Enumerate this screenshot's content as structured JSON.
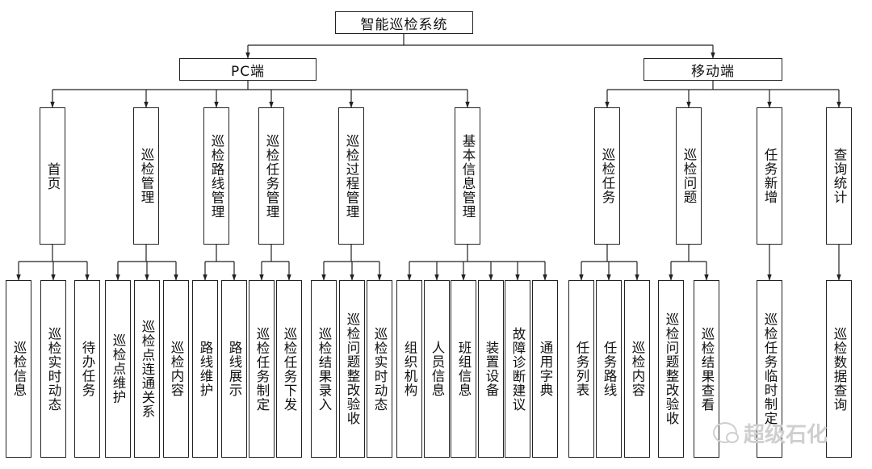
{
  "root": {
    "label": "智能巡检系统"
  },
  "pc": {
    "label": "PC端",
    "modules": [
      {
        "label": "首页",
        "children": [
          "巡检信息",
          "巡检实时动态",
          "待办任务"
        ]
      },
      {
        "label": "巡检管理",
        "children": [
          "巡检点维护",
          "巡检点连通关系",
          "巡检内容"
        ]
      },
      {
        "label": "巡检路线管理",
        "children": [
          "路线维护",
          "路线展示"
        ]
      },
      {
        "label": "巡检任务管理",
        "children": [
          "巡检任务制定",
          "巡检任务下发"
        ]
      },
      {
        "label": "巡检过程管理",
        "children": [
          "巡检结果录入",
          "巡检问题整改验收",
          "巡检实时动态"
        ]
      },
      {
        "label": "基本信息管理",
        "children": [
          "组织机构",
          "人员信息",
          "班组信息",
          "装置设备",
          "故障诊断建议",
          "通用字典"
        ]
      }
    ]
  },
  "mobile": {
    "label": "移动端",
    "modules": [
      {
        "label": "巡检任务",
        "children": [
          "任务列表",
          "任务路线",
          "巡检内容"
        ]
      },
      {
        "label": "巡检问题",
        "children": [
          "巡检问题整改验收",
          "巡检结果查看"
        ]
      },
      {
        "label": "任务新增",
        "children": [
          "巡检任务临时制定"
        ]
      },
      {
        "label": "查询统计",
        "children": [
          "巡检数据查询"
        ]
      }
    ]
  },
  "watermark": {
    "text": "超级石化",
    "icon": "wechat-icon"
  },
  "colors": {
    "line": "#222222",
    "box_border": "#222222",
    "background": "#ffffff",
    "watermark": "#cfcfcf"
  }
}
